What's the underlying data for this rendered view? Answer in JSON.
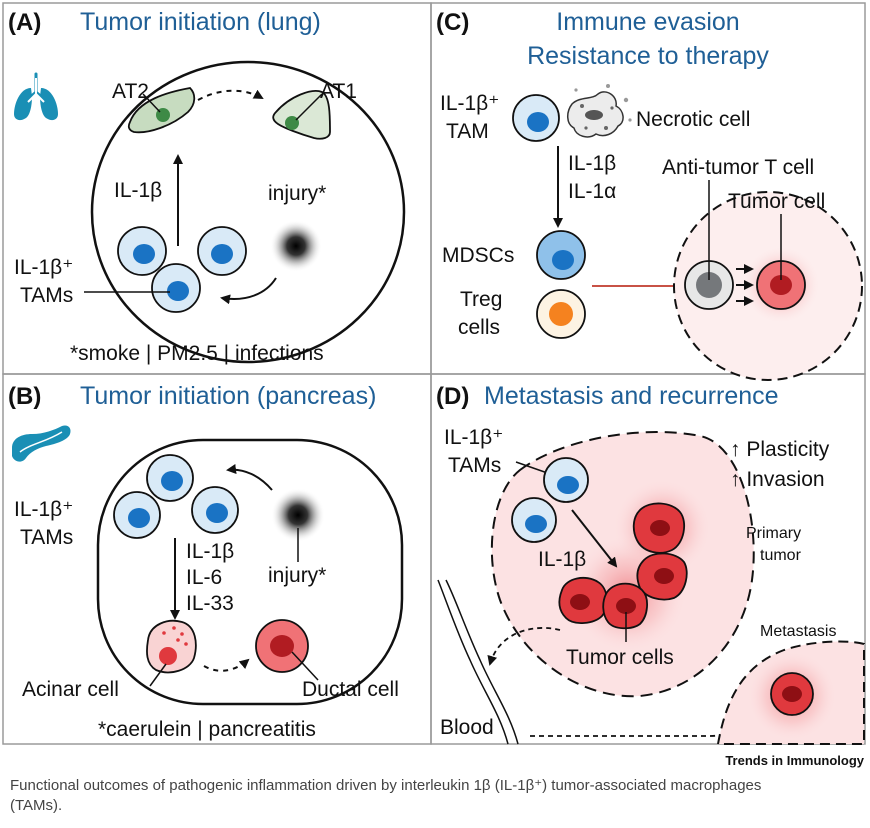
{
  "panels": {
    "a": {
      "letter": "(A)",
      "title": "Tumor initiation (lung)",
      "at2": "AT2",
      "at1": "AT1",
      "il1b": "IL-1β",
      "injury": "injury*",
      "tams_1": "IL-1β⁺",
      "tams_2": "TAMs",
      "footnote": "*smoke | PM2.5 | infections",
      "icon": "lung-icon"
    },
    "b": {
      "letter": "(B)",
      "title": "Tumor initiation (pancreas)",
      "tams_1": "IL-1β⁺",
      "tams_2": "TAMs",
      "cytokine_1": "IL-1β",
      "cytokine_2": "IL-6",
      "cytokine_3": "IL-33",
      "injury": "injury*",
      "acinar": "Acinar cell",
      "ductal": "Ductal cell",
      "footnote": "*caerulein | pancreatitis",
      "icon": "pancreas-icon"
    },
    "c": {
      "letter": "(C)",
      "title_1": "Immune evasion",
      "title_2": "Resistance to therapy",
      "tam_1": "IL-1β⁺",
      "tam_2": "TAM",
      "necrotic": "Necrotic cell",
      "cytokine_1": "IL-1β",
      "cytokine_2": "IL-1α",
      "tcell": "Anti-tumor T cell",
      "tumor": "Tumor cell",
      "mdscs": "MDSCs",
      "treg_1": "Treg",
      "treg_2": "cells"
    },
    "d": {
      "letter": "(D)",
      "title": "Metastasis and recurrence",
      "tams_1": "IL-1β⁺",
      "tams_2": "TAMs",
      "plasticity": "Plasticity",
      "invasion": "Invasion",
      "il1b": "IL-1β",
      "primary_1": "Primary",
      "primary_2": "tumor",
      "tumor_cells": "Tumor cells",
      "metastasis": "Metastasis",
      "blood": "Blood"
    }
  },
  "journal": "Trends in Immunology",
  "caption": "Functional outcomes of pathogenic inflammation driven by interleukin 1β (IL-1β⁺) tumor-associated macrophages (TAMs).",
  "colors": {
    "title_blue": "#1f5f96",
    "macrophage_fill": "#d9eaf7",
    "macrophage_nucleus": "#1a73c4",
    "tumor_red": "#e0393e",
    "inhibition_line": "#c0392b",
    "treg_nucleus": "#f5821f"
  }
}
